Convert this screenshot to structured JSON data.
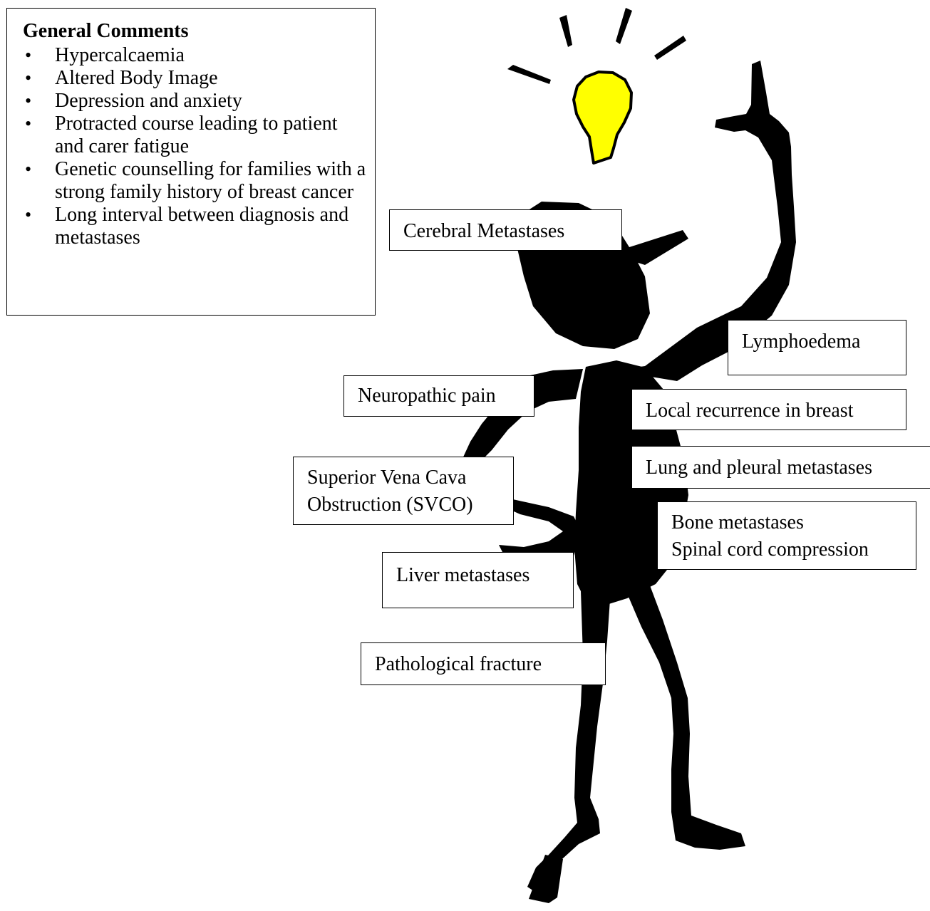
{
  "general_comments": {
    "title": "General Comments",
    "items": [
      "Hypercalcaemia",
      "Altered Body Image",
      "Depression and anxiety",
      "Protracted course leading to patient and carer fatigue",
      "Genetic counselling for families with a strong family history of breast cancer",
      "Long interval between diagnosis and metastases"
    ]
  },
  "labels": {
    "cerebral": "Cerebral Metastases",
    "lymphoedema": "Lymphoedema",
    "neuropathic": "Neuropathic pain",
    "local_recurrence": "Local recurrence in breast",
    "lung": "Lung and pleural metastases",
    "svco_line1": "Superior Vena Cava",
    "svco_line2": "Obstruction (SVCO)",
    "bone_line1": "Bone metastases",
    "bone_line2": "Spinal cord compression",
    "liver": "Liver metastases",
    "fracture": "Pathological fracture"
  },
  "colors": {
    "figure": "#000000",
    "bulb": "#ffff00",
    "box_border": "#000000"
  }
}
